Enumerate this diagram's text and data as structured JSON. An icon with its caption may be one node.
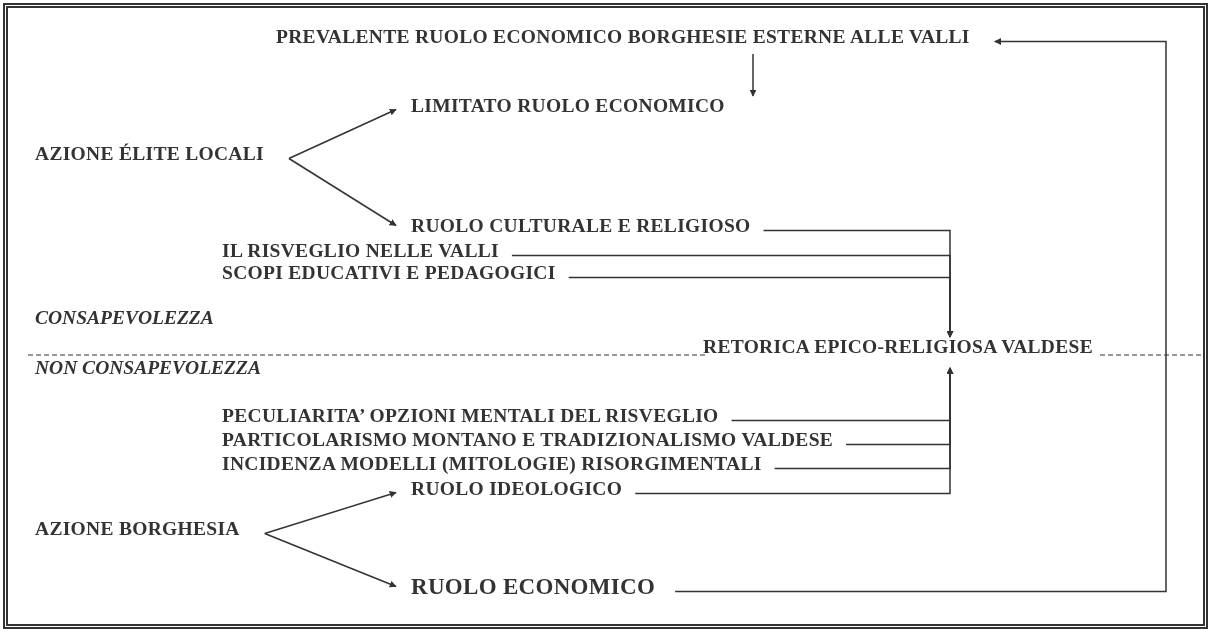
{
  "diagram": {
    "nodes": [
      {
        "text": [
          "PREVALENTE RUOLO ECONOMICO BORGHESIE ESTERNE ALLE VALLI"
        ]
      },
      {
        "text": [
          "LIMITATO RUOLO ECONOMICO"
        ]
      },
      {
        "text": [
          "AZIONE ÉLITE LOCALI"
        ]
      },
      {
        "text": [
          "RUOLO CULTURALE E RELIGIOSO"
        ]
      },
      {
        "text": [
          "IL RISVEGLIO NELLE VALLI"
        ]
      },
      {
        "text": [
          "SCOPI EDUCATIVI E PEDAGOGICI"
        ]
      },
      {
        "text": [
          "RETORICA EPICO-RELIGIOSA VALDESE"
        ]
      },
      {
        "text": [
          "PECULIARITA’ OPZIONI MENTALI DEL RISVEGLIO"
        ]
      },
      {
        "text": [
          "PARTICOLARISMO MONTANO E TRADIZIONALISMO VALDESE"
        ]
      },
      {
        "text": [
          "INCIDENZA MODELLI (MITOLOGIE) RISORGIMENTALI"
        ]
      },
      {
        "text": [
          "RUOLO IDEOLOGICO"
        ]
      },
      {
        "text": [
          "AZIONE BORGHESIA"
        ]
      },
      {
        "text": [
          "RUOLO ECONOMICO"
        ]
      }
    ],
    "edges": [
      {
        "from": 0,
        "to": 1,
        "arrow": "to"
      },
      {
        "from": 2,
        "to": 1,
        "arrow": "to"
      },
      {
        "from": 2,
        "to": 3,
        "arrow": "to"
      },
      {
        "from": 3,
        "to": 6,
        "arrow": "to"
      },
      {
        "from": 4,
        "to": 6,
        "arrow": "to"
      },
      {
        "from": 5,
        "to": 6,
        "arrow": "to"
      },
      {
        "from": 7,
        "to": 6,
        "arrow": "to"
      },
      {
        "from": 8,
        "to": 6,
        "arrow": "to"
      },
      {
        "from": 9,
        "to": 6,
        "arrow": "to"
      },
      {
        "from": 10,
        "to": 6,
        "arrow": "to"
      },
      {
        "from": 11,
        "to": 10,
        "arrow": "to"
      },
      {
        "from": 11,
        "to": 12,
        "arrow": "to"
      },
      {
        "from": 12,
        "to": 0,
        "arrow": "to"
      }
    ],
    "labels": [
      "CONSAPEVOLEZZA",
      "NON CONSAPEVOLEZZA"
    ]
  }
}
